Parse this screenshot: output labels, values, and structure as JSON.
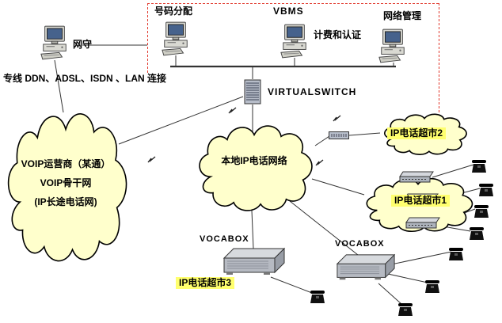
{
  "colors": {
    "cloud_fill": "#ffffcc",
    "label_highlight": "#ffff6e",
    "dashed_zone_border": "#e23a2e",
    "connector_line": "#333333"
  },
  "management_zone": {
    "vbms_label": "VBMS",
    "number_allocation_label": "号码分配",
    "billing_auth_label": "计费和认证",
    "network_mgmt_label": "网络管理"
  },
  "gatekeeper_label": "网守",
  "access_line_text": "专线 DDN、ADSL、ISDN 、LAN 连接",
  "virtual_switch_label": "VIRTUALSWITCH",
  "clouds": {
    "voip_backbone": {
      "line1": "VOIP运营商（某通）",
      "line2": "VOIP骨干网",
      "line3": "(IP长途电话网)"
    },
    "local_ip_network": {
      "label": "本地IP电话网络"
    },
    "ip_phone_supermarket2": {
      "label": "IP电话超市2"
    },
    "ip_phone_supermarket1": {
      "label": "IP电话超市1"
    }
  },
  "ip_phone_supermarket3_label": "IP电话超市3",
  "vocabox_center_label": "VOCABOX",
  "vocabox_right_label": "VOCABOX"
}
